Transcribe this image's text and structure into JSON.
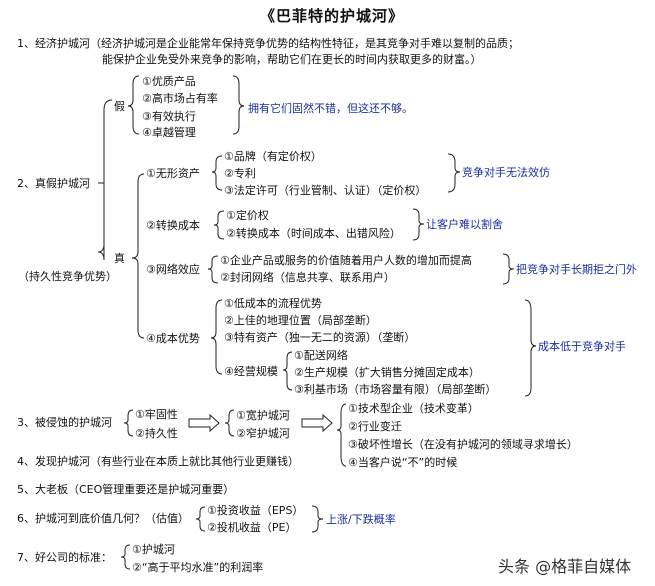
{
  "title": "《巴菲特的护城河》",
  "s1": {
    "line1": "1、经济护城河（经济护城河是企业能常年保持竞争优势的结构性特征，是其竞争对手难以复制的品质；",
    "line2": "能保护企业免受外来竞争的影响，帮助它们在更长的时间内获取更多的财富。）"
  },
  "s2": {
    "label": "2、真假护城河",
    "sublabel": "（持久性竞争优势）",
    "fake": {
      "label": "假",
      "items": [
        "①优质产品",
        "②高市场占有率",
        "③有效执行",
        "④卓越管理"
      ],
      "note": "拥有它们固然不错，但这还不够。"
    },
    "real": {
      "label": "真",
      "groups": [
        {
          "label": "①无形资产",
          "items": [
            "①品牌（有定价权）",
            "②专利",
            "③法定许可（行业管制、认证）（定价权）"
          ],
          "note": "竞争对手无法效仿"
        },
        {
          "label": "②转换成本",
          "items": [
            "①定价权",
            "②转换成本（时间成本、出错风险）"
          ],
          "note": "让客户难以割舍"
        },
        {
          "label": "③网络效应",
          "items": [
            "①企业产品或服务的价值随着用户人数的增加而提高",
            "②封闭网络（信息共享、联系用户）"
          ],
          "note": "把竞争对手长期拒之门外"
        },
        {
          "label": "④成本优势",
          "items": [
            "①低成本的流程优势",
            "②上佳的地理位置（局部垄断）",
            "③特有资产（独一无二的资源）（垄断）",
            "④经营规模"
          ],
          "scale_items": [
            "①配送网络",
            "②生产规模（扩大销售分摊固定成本）",
            "③利基市场（市场容量有限）（局部垄断）"
          ],
          "note": "成本低于竞争对手"
        }
      ]
    }
  },
  "s3": {
    "label": "3、被侵蚀的护城河",
    "col1": [
      "①牢固性",
      "②持久性"
    ],
    "col2": [
      "①宽护城河",
      "②窄护城河"
    ],
    "col3": [
      "①技术型企业（技术变革）",
      "②行业变迁",
      "③破坏性增长（在没有护城河的领域寻求增长）",
      "④当客户说“不”的时候"
    ]
  },
  "s4": {
    "label": "4、发现护城河（有些行业在本质上就比其他行业更赚钱）"
  },
  "s5": {
    "label": "5、大老板（CEO管理重要还是护城河重要）"
  },
  "s6": {
    "label": "6、护城河到底价值几何？（估值）",
    "items": [
      "①投资收益（EPS）",
      "②投机收益（PE）"
    ],
    "note": "上涨/下跌概率"
  },
  "s7": {
    "label": "7、好公司的标准：",
    "items": [
      "①护城河",
      "②“高于平均水准”的利润率"
    ]
  },
  "watermark": "头条 @格菲自媒体"
}
